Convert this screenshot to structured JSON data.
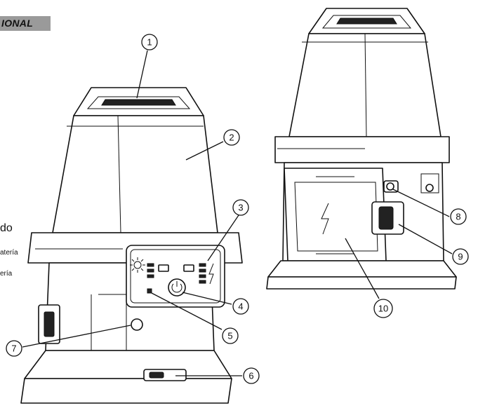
{
  "banner": {
    "text": "IONAL"
  },
  "side_text": {
    "line1": "do",
    "line2": "atería",
    "line3": "ería"
  },
  "callouts": [
    "1",
    "2",
    "3",
    "4",
    "5",
    "6",
    "7",
    "8",
    "9",
    "10"
  ],
  "icons": {
    "sun": "sun-icon",
    "power": "power-icon",
    "bolt_panel": "lightning-bolt-icon",
    "bolt_battery": "lightning-bolt-icon"
  },
  "colors": {
    "ink": "#111111",
    "banner_bg": "#9a9a9a"
  }
}
